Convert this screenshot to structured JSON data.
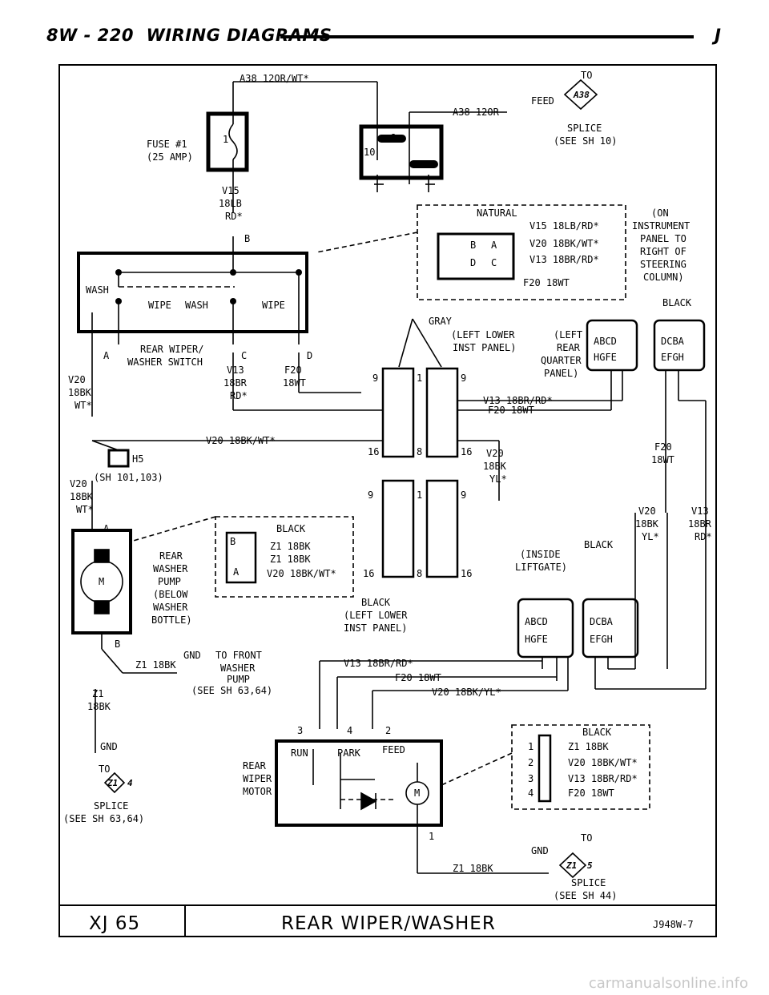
{
  "header": {
    "section": "8W - 220",
    "title": "WIRING DIAGRAMS",
    "right_tag": "J"
  },
  "footer": {
    "model": "XJ 65",
    "title": "REAR WIPER/WASHER",
    "ref_code": "J948W-7"
  },
  "watermark": "carmanualsonline.info",
  "labels": {
    "a38_top": "A38 12OR/WT*",
    "to1": "TO",
    "feed": "FEED",
    "a38_wire": "A38 12OR",
    "a38_tag": "A38",
    "splice1": "SPLICE",
    "splice1_ref": "(SEE SH 10)",
    "fuse1": "FUSE #1",
    "fuse2": "(25 AMP)",
    "fuse_pin": "1",
    "relay_pin10": "10",
    "relay_pin6": "6",
    "v15_1": "V15",
    "v15_2": "18LB",
    "v15_3": "RD*",
    "pin_b": "B",
    "natural": "NATURAL",
    "nat_w1": "V15 18LB/RD*",
    "nat_w2": "V20 18BK/WT*",
    "nat_w3": "V13 18BR/RD*",
    "nat_w4": "F20 18WT",
    "nat_b": "B",
    "nat_a": "A",
    "nat_d": "D",
    "nat_c": "C",
    "inst1": "(ON",
    "inst2": "INSTRUMENT",
    "inst3": "PANEL TO",
    "inst4": "RIGHT OF",
    "inst5": "STEERING",
    "inst6": "COLUMN)",
    "sw_wash1": "WASH",
    "sw_wipe1": "WIPE",
    "sw_wash2": "WASH",
    "sw_wipe2": "WIPE",
    "sw_pin_a": "A",
    "sw_name1": "REAR WIPER/",
    "sw_name2": "WASHER SWITCH",
    "sw_pin_c": "C",
    "sw_pin_d": "D",
    "gray": "GRAY",
    "llp1": "(LEFT LOWER",
    "llp2": "INST PANEL)",
    "lrq1": "(LEFT",
    "lrq2": "REAR",
    "lrq3": "QUARTER",
    "lrq4": "PANEL)",
    "black1": "BLACK",
    "conn_abcd": "ABCD",
    "conn_dcba": "DCBA",
    "conn_hgfe": "HGFE",
    "conn_efgh": "EFGH",
    "v20_1": "V20",
    "v20_2": "18BK",
    "v20_3": "WT*",
    "v13_1": "V13",
    "v13_2": "18BR",
    "v13_3": "RD*",
    "f20_1": "F20",
    "f20_2": "18WT",
    "c1_9l": "9",
    "c1_1": "1",
    "c1_9r": "9",
    "c1_16l": "16",
    "c1_8": "8",
    "c1_16r": "16",
    "w_v13": "V13 18BR/RD*",
    "w_f20": "F20 18WT",
    "w_v20": "V20 18BK/WT*",
    "h5": "H5",
    "v20y_1": "V20",
    "v20y_2": "18BK",
    "v20y_3": "YL*",
    "f20r_1": "F20",
    "f20r_2": "18WT",
    "sh101": "(SH 101,103)",
    "v20b_1": "V20",
    "v20b_2": "18BK",
    "v20b_3": "WT*",
    "pin_a2": "A",
    "c2_9l": "9",
    "c2_1": "1",
    "c2_9r": "9",
    "c2_16l": "16",
    "c2_8": "8",
    "c2_16r": "16",
    "v20r_1": "V20",
    "v20r_2": "18BK",
    "v20r_3": "YL*",
    "v13r_1": "V13",
    "v13r_2": "18BR",
    "v13r_3": "RD*",
    "black2": "BLACK",
    "pump_b": "B",
    "pump_a": "A",
    "pump_w1": "Z1 18BK",
    "pump_w2": "Z1 18BK",
    "pump_w3": "V20 18BK/WT*",
    "rwp1": "REAR",
    "rwp2": "WASHER",
    "rwp3": "PUMP",
    "rwp4": "(BELOW",
    "rwp5": "WASHER",
    "rwp6": "BOTTLE)",
    "motor_m": "M",
    "lift1": "(INSIDE",
    "lift2": "LIFTGATE)",
    "black3": "BLACK",
    "black4": "BLACK",
    "llp3": "(LEFT LOWER",
    "llp4": "INST PANEL)",
    "pin_b2": "B",
    "gnd1": "GND",
    "to_front": "TO FRONT",
    "z1_wire": "Z1 18BK",
    "wp1": "WASHER",
    "wp2": "PUMP",
    "wp3": "(SEE SH 63,64)",
    "z1_1": "Z1",
    "z1_2": "18BK",
    "m_v13": "V13 18BR/RD*",
    "m_f20": "F20 18WT",
    "m_v20": "V20 18BK/YL*",
    "p3": "3",
    "p4": "4",
    "p2": "2",
    "gnd2": "GND",
    "to2": "TO",
    "z1_tag": "Z1",
    "z1_tag4": "4",
    "splice2": "SPLICE",
    "splice2_ref": "(SEE SH 63,64)",
    "rwm1": "REAR",
    "rwm2": "WIPER",
    "rwm3": "MOTOR",
    "run": "RUN",
    "park": "PARK",
    "feed2": "FEED",
    "m2": "M",
    "black5": "BLACK",
    "mc1": "1",
    "mc2": "2",
    "mc3": "3",
    "mc4": "4",
    "mc_w1": "Z1 18BK",
    "mc_w2": "V20 18BK/WT*",
    "mc_w3": "V13 18BR/RD*",
    "mc_w4": "F20 18WT",
    "p1": "1",
    "to3": "TO",
    "gnd3": "GND",
    "z1_bot": "Z1 18BK",
    "z1_tag2": "Z1",
    "z1_tag5": "5",
    "splice3": "SPLICE",
    "splice3_ref": "(SEE SH 44)"
  }
}
